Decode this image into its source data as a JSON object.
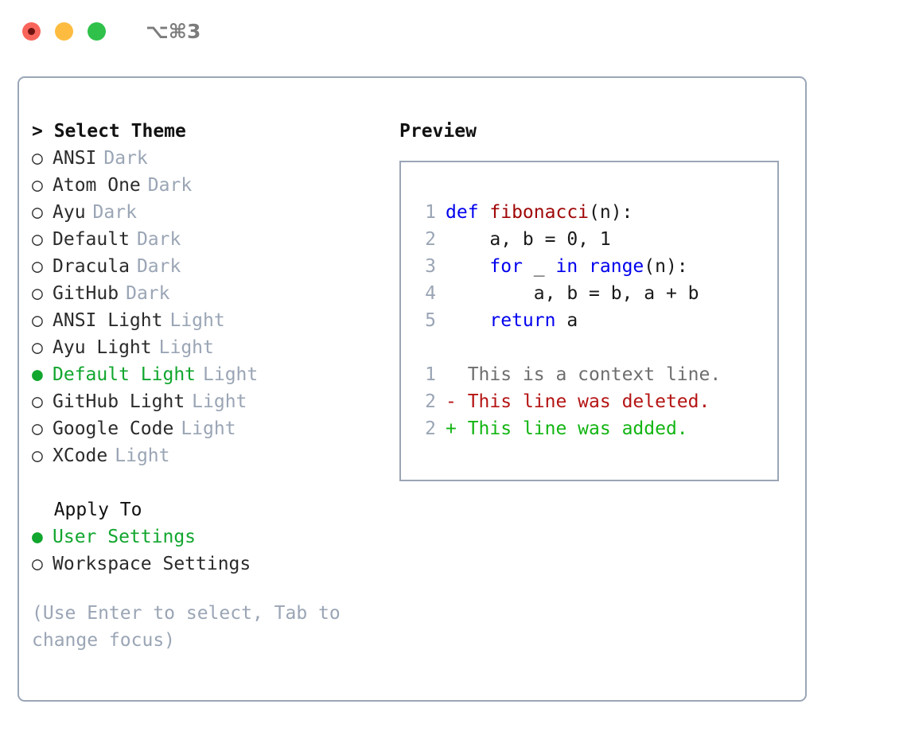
{
  "window": {
    "shortcut": "⌥⌘3",
    "traffic_lights": [
      {
        "name": "close",
        "color": "#f9655b"
      },
      {
        "name": "minimize",
        "color": "#fdbc40"
      },
      {
        "name": "maximize",
        "color": "#2fc14a"
      }
    ]
  },
  "theme_section": {
    "heading": "> Select Theme",
    "options": [
      {
        "bullet": "○",
        "label": "ANSI",
        "tag": "Dark",
        "selected": false
      },
      {
        "bullet": "○",
        "label": "Atom One",
        "tag": "Dark",
        "selected": false
      },
      {
        "bullet": "○",
        "label": "Ayu",
        "tag": "Dark",
        "selected": false
      },
      {
        "bullet": "○",
        "label": "Default",
        "tag": "Dark",
        "selected": false
      },
      {
        "bullet": "○",
        "label": "Dracula",
        "tag": "Dark",
        "selected": false
      },
      {
        "bullet": "○",
        "label": "GitHub",
        "tag": "Dark",
        "selected": false
      },
      {
        "bullet": "○",
        "label": "ANSI Light",
        "tag": "Light",
        "selected": false
      },
      {
        "bullet": "○",
        "label": "Ayu Light",
        "tag": "Light",
        "selected": false
      },
      {
        "bullet": "●",
        "label": "Default Light",
        "tag": "Light",
        "selected": true
      },
      {
        "bullet": "○",
        "label": "GitHub Light",
        "tag": "Light",
        "selected": false
      },
      {
        "bullet": "○",
        "label": "Google Code",
        "tag": "Light",
        "selected": false
      },
      {
        "bullet": "○",
        "label": "XCode",
        "tag": "Light",
        "selected": false
      }
    ]
  },
  "apply_section": {
    "heading": "  Apply To",
    "options": [
      {
        "bullet": "●",
        "label": "User Settings",
        "selected": true
      },
      {
        "bullet": "○",
        "label": "Workspace Settings",
        "selected": false
      }
    ]
  },
  "hint": "(Use Enter to select, Tab to change focus)",
  "preview": {
    "title": "Preview",
    "code_lines": [
      {
        "number": "1",
        "tokens": [
          {
            "text": "def ",
            "type": "keyword"
          },
          {
            "text": "fibonacci",
            "type": "function"
          },
          {
            "text": "(n):",
            "type": "plain"
          }
        ]
      },
      {
        "number": "2",
        "tokens": [
          {
            "text": "    a, b = 0, 1",
            "type": "plain"
          }
        ]
      },
      {
        "number": "3",
        "tokens": [
          {
            "text": "    ",
            "type": "plain"
          },
          {
            "text": "for",
            "type": "keyword"
          },
          {
            "text": " _ ",
            "type": "plain"
          },
          {
            "text": "in range",
            "type": "keyword"
          },
          {
            "text": "(n):",
            "type": "plain"
          }
        ]
      },
      {
        "number": "4",
        "tokens": [
          {
            "text": "        a, b = b, a + b",
            "type": "plain"
          }
        ]
      },
      {
        "number": "5",
        "tokens": [
          {
            "text": "    ",
            "type": "plain"
          },
          {
            "text": "return",
            "type": "keyword"
          },
          {
            "text": " a",
            "type": "plain"
          }
        ]
      }
    ],
    "diff_lines": [
      {
        "number": "1",
        "marker": "  ",
        "text": "This is a context line.",
        "type": "context"
      },
      {
        "number": "2",
        "marker": "- ",
        "text": "This line was deleted.",
        "type": "deleted"
      },
      {
        "number": "2",
        "marker": "+ ",
        "text": "This line was added.",
        "type": "added"
      }
    ]
  },
  "colors": {
    "accent_green": "#11a62e",
    "muted": "#9aa5b5",
    "border": "#9aa6b6",
    "keyword_blue": "#0000ee",
    "function_red": "#a00707",
    "diff_deleted": "#b51414",
    "diff_added": "#13b513",
    "diff_context": "#6e6e6e"
  }
}
